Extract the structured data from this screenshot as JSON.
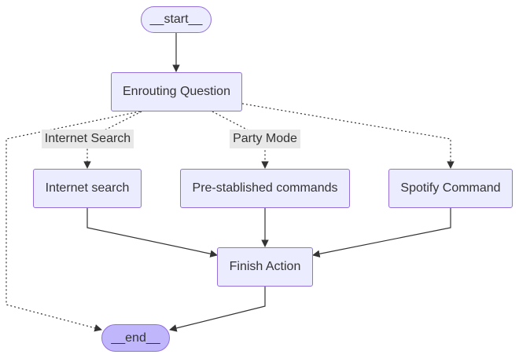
{
  "nodes": {
    "start": "__start__",
    "enrouting": "Enrouting Question",
    "internet_search": "Internet search",
    "prestablished": "Pre-stablished commands",
    "spotify": "Spotify Command",
    "finish": "Finish Action",
    "end": "__end__"
  },
  "edge_labels": {
    "internet_search": "Internet Search",
    "party_mode": "Party Mode"
  },
  "colors": {
    "node_fill": "#ECECFF",
    "node_border": "#9370DB",
    "end_fill": "#BFB6FC",
    "edge": "#333333",
    "label_bg": "#E8E8E8"
  }
}
